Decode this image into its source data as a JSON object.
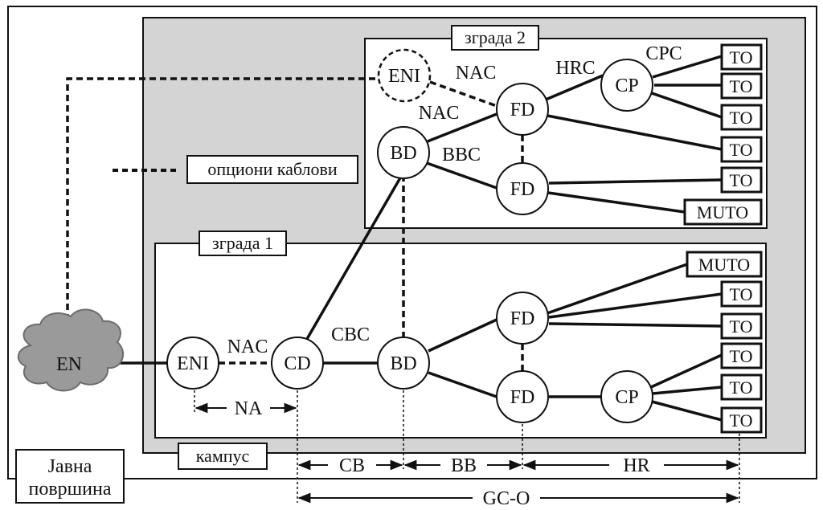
{
  "colors": {
    "campus_fill": "#d4d4d4",
    "line": "#111111",
    "cloud": "#9a9a9a"
  },
  "labels": {
    "building2": "зграда 2",
    "building1": "зграда 1",
    "campus": "кампус",
    "public_area_line1": "Јавна",
    "public_area_line2": "површина",
    "optional_cables": "опциони каблови",
    "en": "EN"
  },
  "b2": {
    "eni": "ENI",
    "bd": "BD",
    "fd1": "FD",
    "fd2": "FD",
    "cp": "CP",
    "nac_a": "NAC",
    "nac_b": "NAC",
    "bbc": "BBC",
    "hrc": "HRC",
    "cpc": "CPC",
    "outlets": [
      "TO",
      "TO",
      "TO",
      "TO",
      "TO",
      "MUTO"
    ]
  },
  "b1": {
    "eni": "ENI",
    "cd": "CD",
    "bd": "BD",
    "fd1": "FD",
    "fd2": "FD",
    "cp": "CP",
    "nac": "NAC",
    "cbc": "CBC",
    "outlets": [
      "MUTO",
      "TO",
      "TO",
      "TO",
      "TO",
      "TO"
    ]
  },
  "dims": {
    "na": "NA",
    "cb": "CB",
    "bb": "BB",
    "hr": "HR",
    "gco": "GC-O"
  }
}
